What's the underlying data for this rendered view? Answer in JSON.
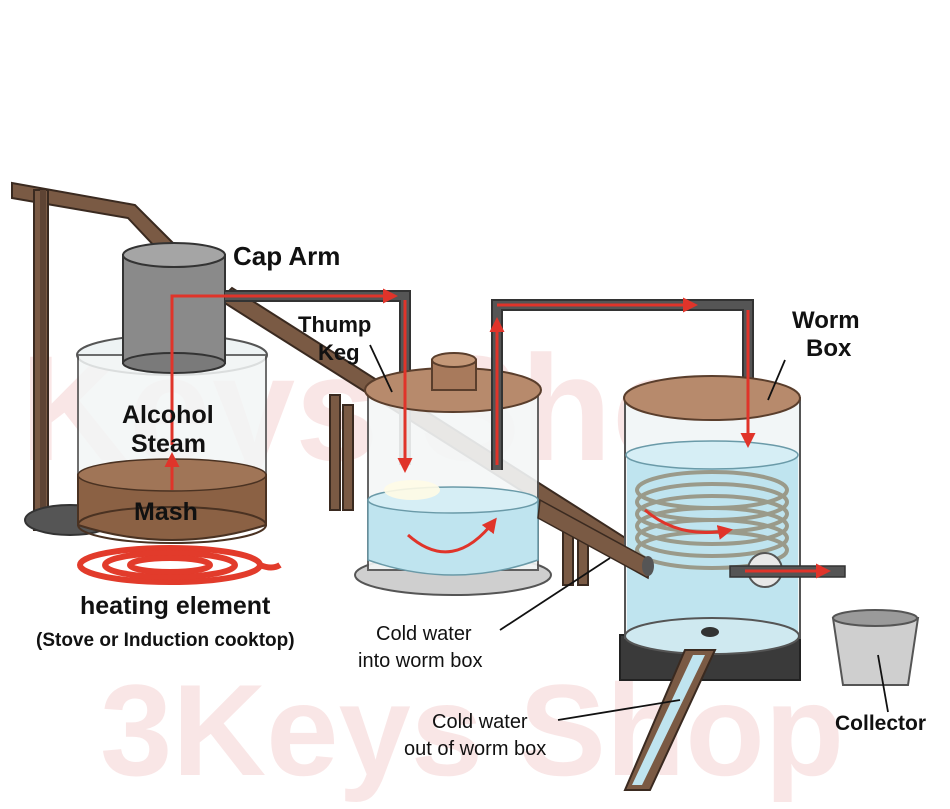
{
  "watermarks": [
    "Keys Shop",
    "3Keys Shop"
  ],
  "labels": {
    "cap_arm": "Cap Arm",
    "thump": "Thump",
    "keg": "Keg",
    "worm": "Worm",
    "box": "Box",
    "alcohol": "Alcohol",
    "steam": "Steam",
    "mash": "Mash",
    "heating_element": "heating element",
    "stove": "(Stove or Induction cooktop)",
    "cold_in_1": "Cold water",
    "cold_in_2": "into worm box",
    "cold_out_1": "Cold water",
    "cold_out_2": "out of worm box",
    "collector": "Collector"
  },
  "colors": {
    "wood": "#7a5a44",
    "lid": "#b78a6c",
    "mash": "#8b6144",
    "water": "#bfe4ef",
    "steam_pipe": "#333333",
    "flow_arrow": "#e0342a",
    "coil": "#e23b2b",
    "cap": "#8a8a8a"
  }
}
